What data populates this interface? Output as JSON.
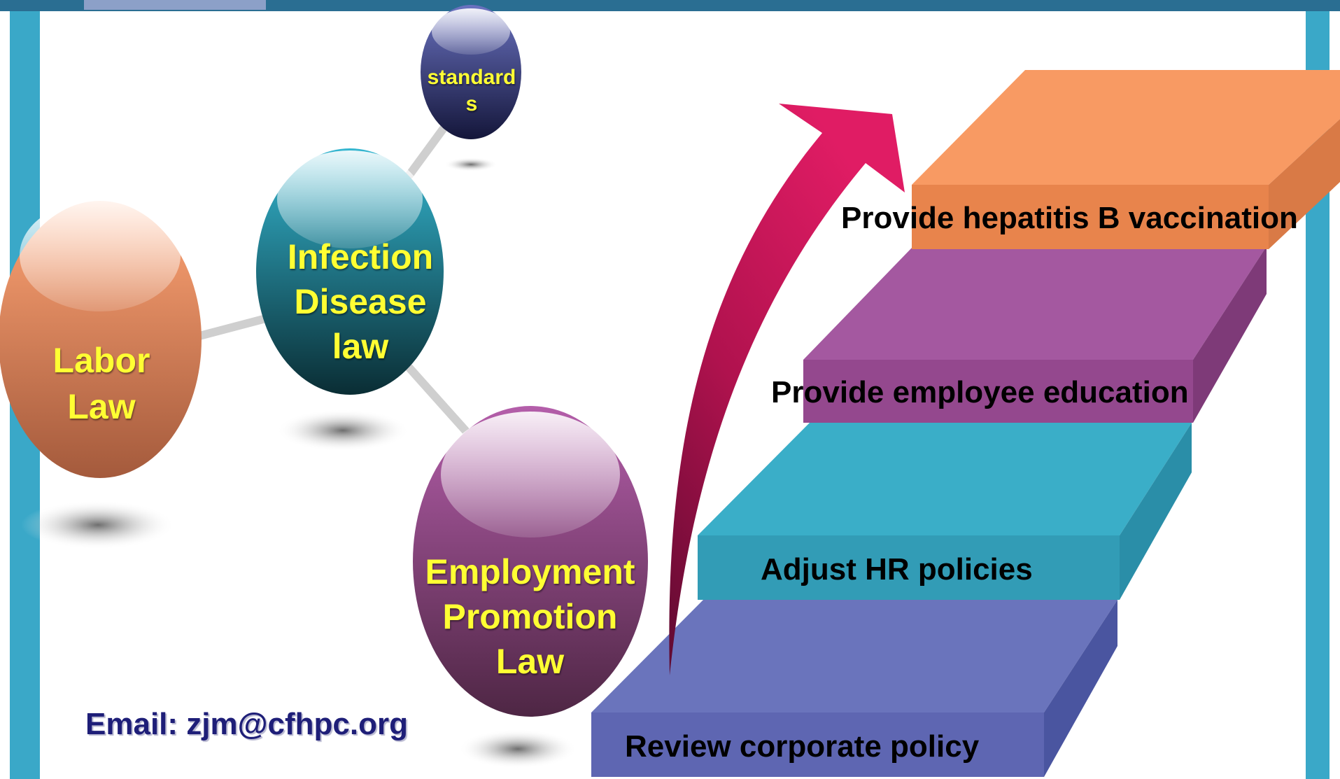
{
  "bubbles": [
    {
      "id": "standards",
      "label": "standard\ns",
      "color": "#3a3f80"
    },
    {
      "id": "infection",
      "label": "Infection\nDisease\nlaw",
      "color": "#1d7f96"
    },
    {
      "id": "labor",
      "label": "Labor\nLaw",
      "color": "#f08a55"
    },
    {
      "id": "employment",
      "label": "Employment\nPromotion\nLaw",
      "color": "#8e3a80"
    }
  ],
  "steps": [
    {
      "label": "Provide hepatitis B vaccination",
      "color": "#f89a63"
    },
    {
      "label": "Provide employee education",
      "color": "#a458a0"
    },
    {
      "label": "Adjust HR policies",
      "color": "#3aaec8"
    },
    {
      "label": "Review corporate policy",
      "color": "#6a74bc"
    }
  ],
  "email": "Email: zjm@cfhpc.org",
  "colors": {
    "frame": "#3aa8c8",
    "arrow": "#c8155a",
    "bubble_text": "#ffff33"
  }
}
